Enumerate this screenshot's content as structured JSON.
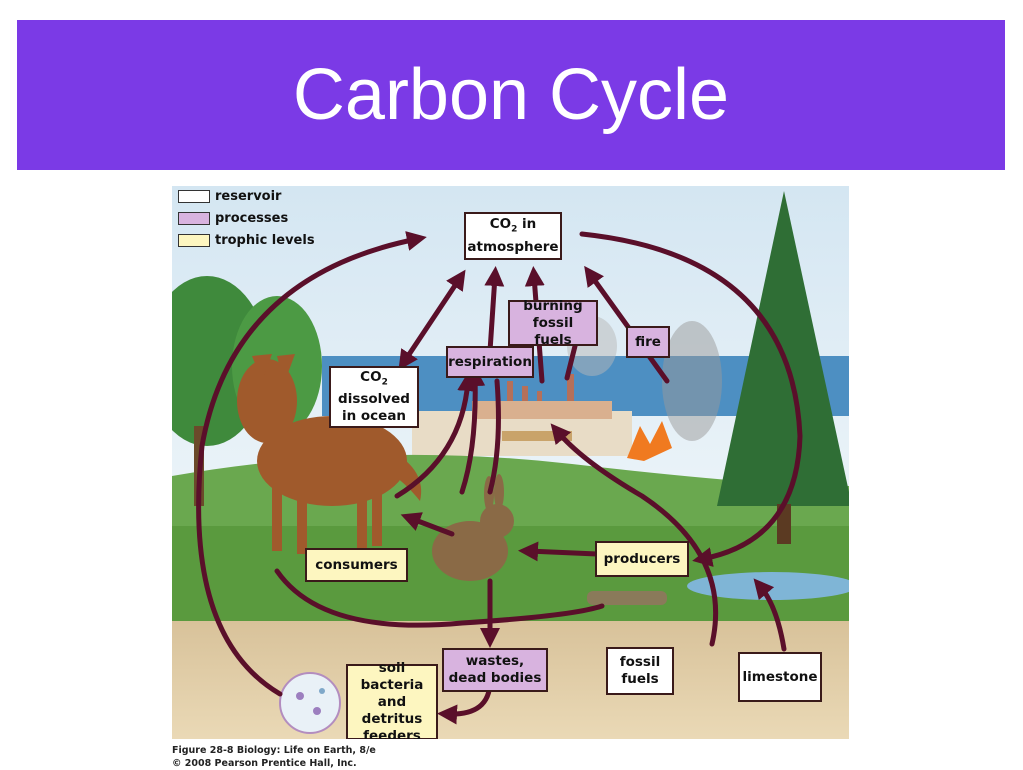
{
  "slide": {
    "title": "Carbon Cycle"
  },
  "legend": [
    {
      "label": "reservoir",
      "color": "#ffffff"
    },
    {
      "label": "processes",
      "color": "#d8b3df"
    },
    {
      "label": "trophic levels",
      "color": "#fdf6c0"
    }
  ],
  "reservoirs": {
    "co2_atmosphere_a": "CO",
    "co2_atmosphere_sub": "2",
    "co2_atmosphere_b": " in",
    "co2_atmosphere_c": "atmosphere",
    "co2_ocean_a": "CO",
    "co2_ocean_sub": "2",
    "co2_ocean_b": " dissolved",
    "co2_ocean_c": "in ocean",
    "fossil_fuels": "fossil fuels",
    "limestone": "limestone"
  },
  "processes": {
    "burning": "burning fossil fuels",
    "fire": "fire",
    "respiration": "respiration",
    "wastes": "wastes, dead bodies"
  },
  "trophic_levels": {
    "consumers": "consumers",
    "producers": "producers",
    "soil_bacteria": "soil bacteria and detritus feeders"
  },
  "caption": {
    "line1": "Figure 28-8  Biology: Life on Earth, 8/e",
    "line2": "© 2008 Pearson Prentice Hall, Inc."
  },
  "colors": {
    "title_bg": "#7b3ae6",
    "arrow": "#5a0f2a"
  }
}
